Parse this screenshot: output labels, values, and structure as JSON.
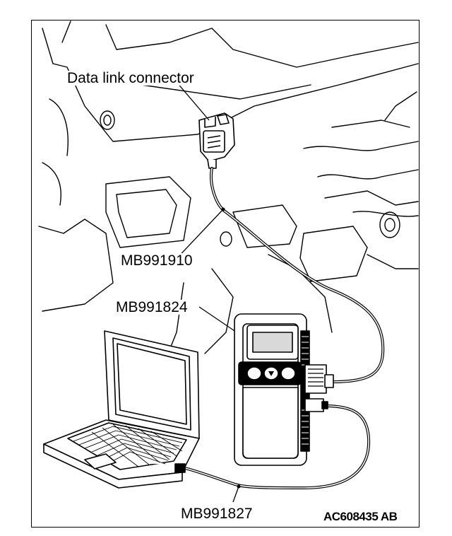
{
  "labels": {
    "data_link_connector": "Data link connector",
    "mb991910": "MB991910",
    "mb991824": "MB991824",
    "mb991827": "MB991827",
    "figure_id": "AC608435 AB"
  },
  "colors": {
    "line": "#000000",
    "background": "#ffffff",
    "screen": "#d9d9d9"
  }
}
